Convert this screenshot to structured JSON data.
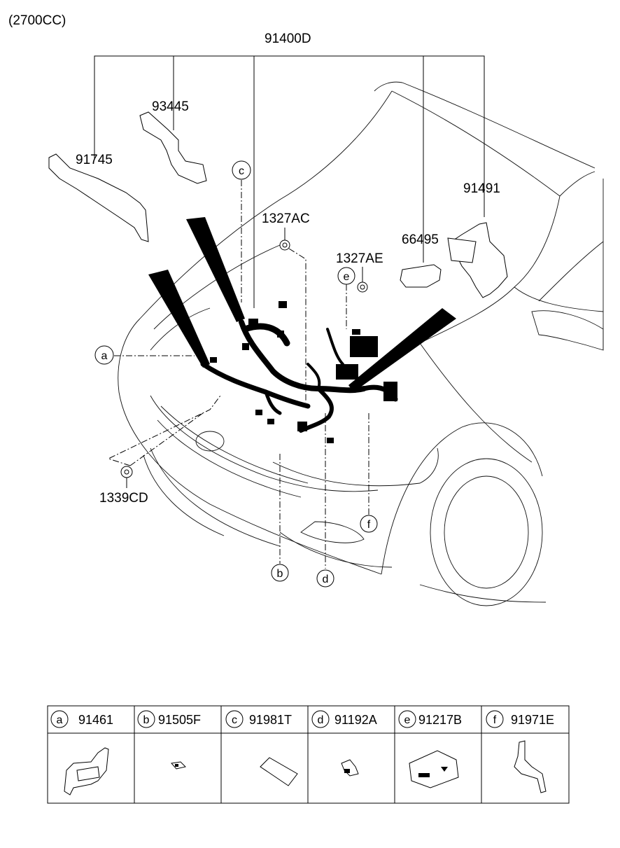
{
  "engine_note": "(2700CC)",
  "main_assembly": "91400D",
  "callouts": {
    "p93445": "93445",
    "p91745": "91745",
    "p91491": "91491",
    "p1327ac": "1327AC",
    "p66495": "66495",
    "p1327ae": "1327AE",
    "p1339cd": "1339CD"
  },
  "circle_letters": {
    "a": "a",
    "b": "b",
    "c": "c",
    "d": "d",
    "e": "e",
    "f": "f"
  },
  "legend": [
    {
      "letter": "a",
      "part": "91461"
    },
    {
      "letter": "b",
      "part": "91505F"
    },
    {
      "letter": "c",
      "part": "91981T"
    },
    {
      "letter": "d",
      "part": "91192A"
    },
    {
      "letter": "e",
      "part": "91217B"
    },
    {
      "letter": "f",
      "part": "91971E"
    }
  ]
}
